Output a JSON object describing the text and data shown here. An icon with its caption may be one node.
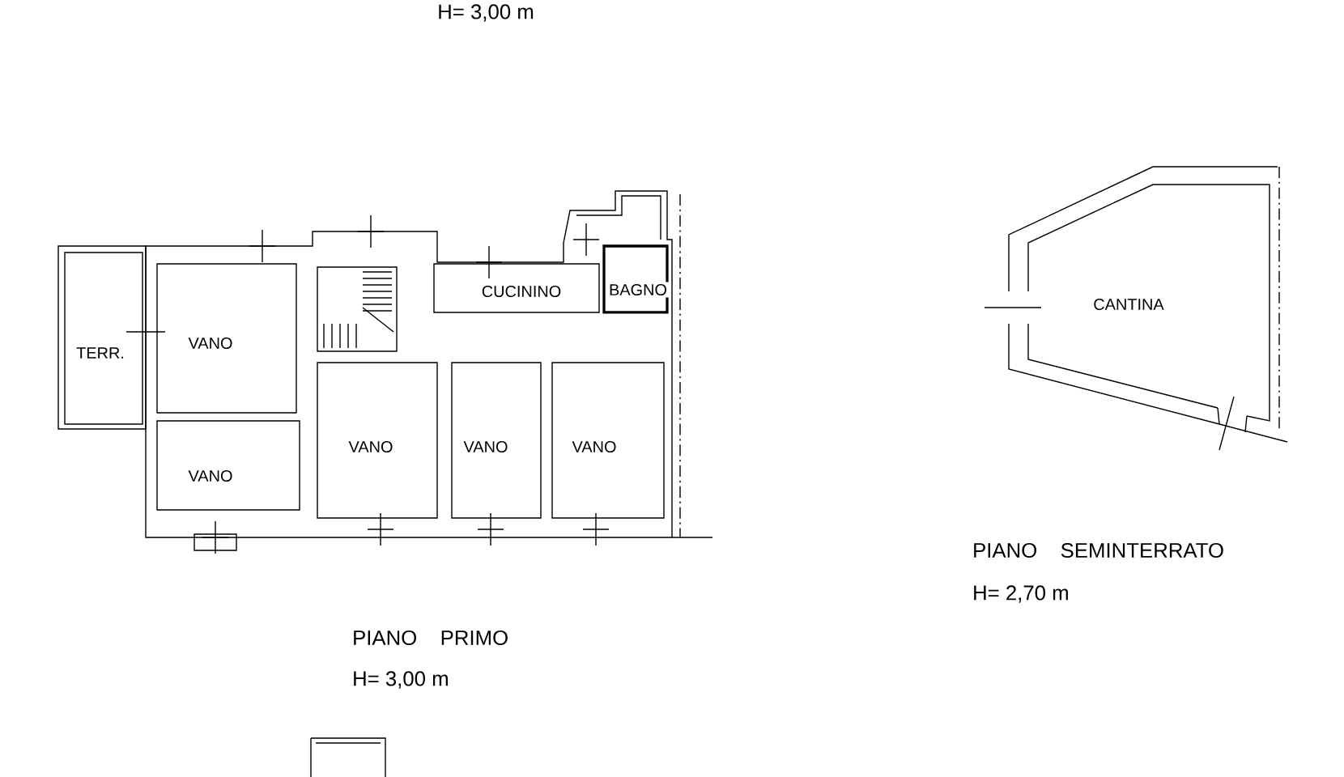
{
  "diagram": {
    "labels": [
      "H= 3,00 m",
      "CUCININO",
      "BAGNO",
      "CANTINA",
      "TERR.",
      "VANO",
      "VANO",
      "VANO",
      "VANO",
      "VANO",
      "PIANO SEMINTERRATO",
      "H= 2,70 m",
      "PIANO PRIMO",
      "H= 3,00 m"
    ]
  }
}
